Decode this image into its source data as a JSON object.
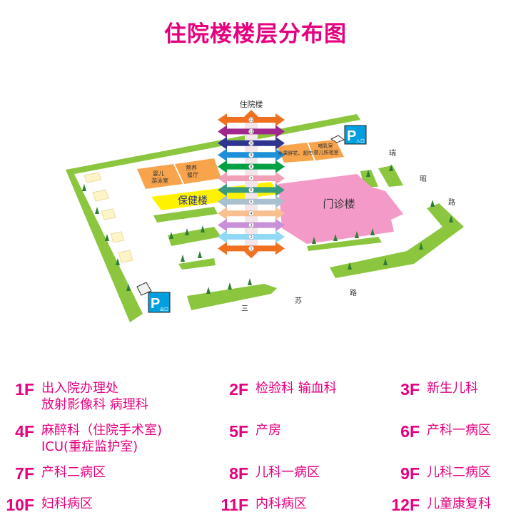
{
  "title": "住院楼楼层分布图",
  "map": {
    "inpatient_building": "住院楼",
    "outpatient_building": "门诊楼",
    "health_building": "保健楼",
    "baby_swimming": [
      "婴儿",
      "游泳室"
    ],
    "restaurant": [
      "营养",
      "餐厅"
    ],
    "shop": "水果鲜花、超市",
    "baby_room": [
      "哺乳室",
      "婴儿照相室"
    ],
    "parking_entrance": {
      "symbol": "P",
      "label": "入口"
    },
    "parking_exit": {
      "symbol": "P",
      "label": "出口"
    },
    "road_right": [
      "瑞",
      "昭",
      "路"
    ],
    "road_bottom": [
      "三",
      "苏",
      "路"
    ],
    "floors": [
      {
        "num": "12",
        "color": "#f07020"
      },
      {
        "num": "11",
        "color": "#a0288c"
      },
      {
        "num": "10",
        "color": "#2d3591"
      },
      {
        "num": "9",
        "color": "#1e90d8"
      },
      {
        "num": "8",
        "color": "#00a045"
      },
      {
        "num": "7",
        "color": "#f2a0b8"
      },
      {
        "num": "6",
        "color": "#3a9a80"
      },
      {
        "num": "5",
        "color": "#a8c0d0"
      },
      {
        "num": "4",
        "color": "#f8c090"
      },
      {
        "num": "3",
        "color": "#c890d8"
      },
      {
        "num": "2",
        "color": "#90d8f5"
      },
      {
        "num": "1",
        "color": "#f07020"
      }
    ]
  },
  "legend": [
    {
      "floor": "1F",
      "lines": [
        "出入院办理处",
        "放射影像科  病理科"
      ]
    },
    {
      "floor": "2F",
      "lines": [
        "检验科  输血科"
      ]
    },
    {
      "floor": "3F",
      "lines": [
        "新生儿科"
      ]
    },
    {
      "floor": "4F",
      "lines": [
        "麻醉科（住院手术室)",
        "ICU(重症监护室)"
      ]
    },
    {
      "floor": "5F",
      "lines": [
        "产房"
      ]
    },
    {
      "floor": "6F",
      "lines": [
        "产科一病区"
      ]
    },
    {
      "floor": "7F",
      "lines": [
        "产科二病区"
      ]
    },
    {
      "floor": "8F",
      "lines": [
        "儿科一病区"
      ]
    },
    {
      "floor": "9F",
      "lines": [
        "儿科二病区"
      ]
    },
    {
      "floor": "10F",
      "lines": [
        "妇科病区"
      ]
    },
    {
      "floor": "11F",
      "lines": [
        "内科病区"
      ]
    },
    {
      "floor": "12F",
      "lines": [
        "儿童康复科"
      ]
    }
  ]
}
